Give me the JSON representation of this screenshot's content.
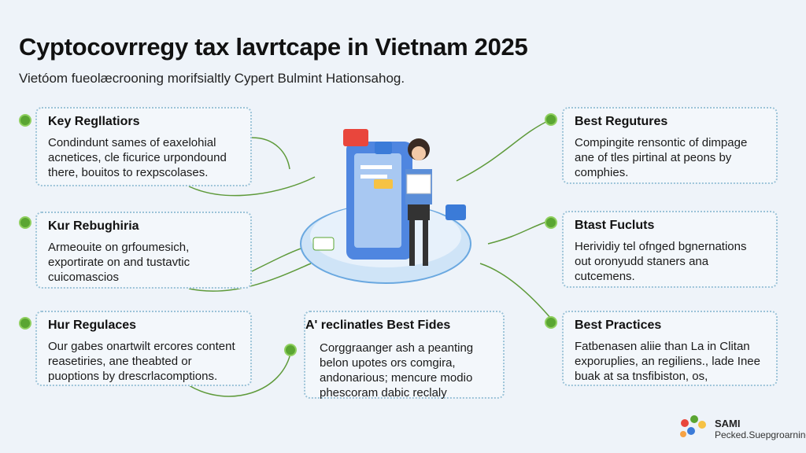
{
  "title": "Cyptocovrregy tax lavrtcape in Vietnam 2025",
  "subtitle": "Vietóom fueolæcrooning morifsialtly Cypert Bulmint Hationsahog.",
  "cards": [
    {
      "title": "Key Regllatiors",
      "text": "Condindunt sames of eaxelohial acnetices, cle ficurice urpondound there, bouitos to rexpscolases."
    },
    {
      "title": "Kur Rebughiria",
      "text": "Armeouite on grfoumesich, exportirate on and tustavtic cuicomascios"
    },
    {
      "title": "Hur Regulaces",
      "text": "Our gabes onartwilt ercores content reasetiries, ane theabted or puoptions by drescrlacomptions."
    },
    {
      "title": "A' reclinatles Best Fides",
      "text": "Corggraanger ash a peanting belon upotes ors comgira, andonarious; mencure modio phescoram dabic reclaly"
    },
    {
      "title": "Best Regutures",
      "text": "Compingite rensontic of dimpage ane of tles pirtinal at peons by comphies."
    },
    {
      "title": "Btast Fucluts",
      "text": "Herividiy tel ofnged bgnernations out oronyudd staners ana cutcemens."
    },
    {
      "title": "Best Practices",
      "text": "Fatbenasen aliie than La in Clitan exporuplies, an regiliens., lade Inee buak at sa tnsfibiston, os,"
    }
  ],
  "logo": {
    "name": "SAMI",
    "tagline": "Pecked.Suepgroarning"
  },
  "colors": {
    "accent": "#5aa532",
    "border": "#9cc3d8",
    "platform": "#a9cff0"
  }
}
